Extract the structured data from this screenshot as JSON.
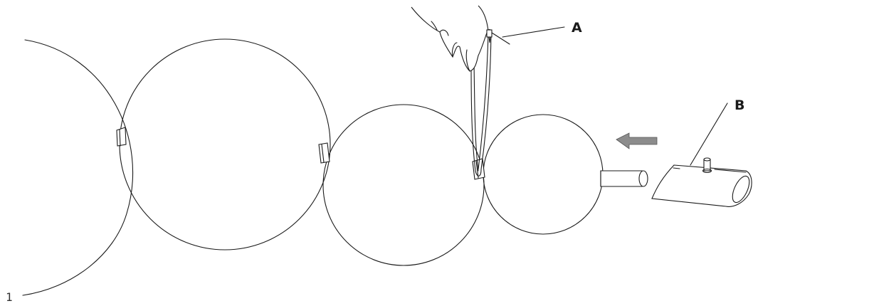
{
  "callouts": {
    "a": "A",
    "b": "B"
  },
  "page_number": "1",
  "icons": {
    "direction_arrow": "arrow-left-icon",
    "hand": "hand-icon",
    "end_cap": "end-cap-icon"
  },
  "colors": {
    "line": "#1a1a1a",
    "arrow": "#8c8c8c"
  }
}
